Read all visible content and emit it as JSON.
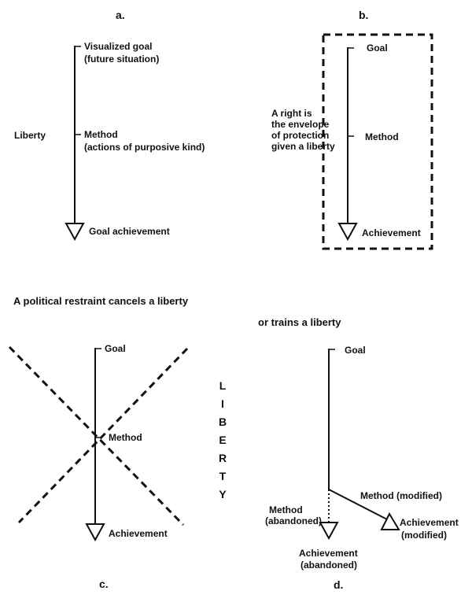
{
  "panels": {
    "a": {
      "caption": "a.",
      "side_label": "Liberty",
      "goal_line1": "Visualized goal",
      "goal_line2": "(future situation)",
      "method_line1": "Method",
      "method_line2": "(actions of purposive kind)",
      "achievement": "Goal achievement"
    },
    "b": {
      "caption": "b.",
      "side_line1": "A right is",
      "side_line2": "the envelope",
      "side_line3": "of protection",
      "side_line4": "given a liberty",
      "goal": "Goal",
      "method": "Method",
      "achievement": "Achievement"
    },
    "c": {
      "caption": "c.",
      "heading": "A political restraint cancels a liberty",
      "goal": "Goal",
      "method": "Method",
      "achievement": "Achievement"
    },
    "d": {
      "caption": "d.",
      "heading": "or trains a liberty",
      "goal": "Goal",
      "method_modified": "Method (modified)",
      "achievement_modified_line1": "Achievement",
      "achievement_modified_line2": "(modified)",
      "method_abandoned_line1": "Method",
      "method_abandoned_line2": "(abandoned)",
      "achievement_abandoned_line1": "Achievement",
      "achievement_abandoned_line2": "(abandoned)"
    }
  },
  "vertical_word": [
    "L",
    "I",
    "B",
    "E",
    "R",
    "T",
    "Y"
  ]
}
